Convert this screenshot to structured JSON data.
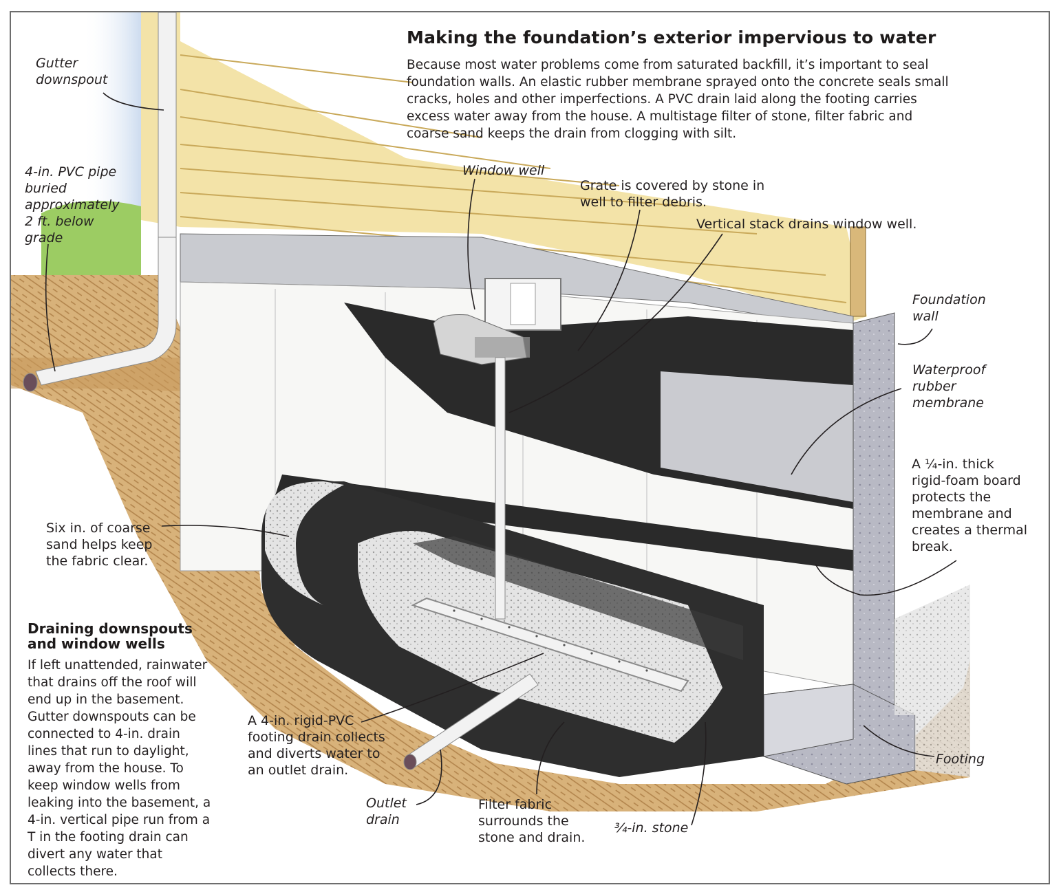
{
  "figure": {
    "title": "Making the foundation’s exterior impervious to water",
    "intro": "Because most water problems come from saturated backfill, it’s important to seal foundation walls. An elastic rubber membrane sprayed onto the concrete seals small cracks, holes and other imperfections. A PVC drain laid along the footing carries excess water away from the house. A multistage filter of stone, filter fabric and coarse sand keeps the drain from clogging with silt."
  },
  "labels": {
    "gutter_downspout": "Gutter\ndownspout",
    "pvc_pipe": "4-in. PVC pipe\nburied\napproximately\n2 ft. below\ngrade",
    "window_well": "Window well",
    "grate": "Grate is covered by stone in\nwell to filter debris.",
    "vertical_stack": "Vertical stack drains window well.",
    "foundation_wall": "Foundation\nwall",
    "membrane": "Waterproof\nrubber\nmembrane",
    "foam_board": "A ¼-in. thick\nrigid-foam board\nprotects the\nmembrane and\ncreates a thermal\nbreak.",
    "coarse_sand": "Six in. of coarse\nsand helps keep\nthe fabric clear.",
    "footing_drain": "A 4-in. rigid-PVC\nfooting drain collects\nand diverts water to\nan outlet drain.",
    "outlet_drain": "Outlet\ndrain",
    "filter_fabric": "Filter fabric\nsurrounds the\nstone and drain.",
    "stone": "¾-in. stone",
    "footing": "Footing"
  },
  "sidebar": {
    "heading": "Draining downspouts\nand window wells",
    "body": "If left unattended, rainwater\nthat drains off the roof will\nend up in the basement.\nGutter downspouts can be\nconnected to 4-in. drain\nlines that run to daylight,\naway from the house. To\nkeep window wells from\nleaking into the basement, a\n4-in. vertical pipe run from a\nT in the footing drain can\ndivert any water that\ncollects there."
  },
  "colors": {
    "siding": "#f3e3a8",
    "siding_line": "#c9a95a",
    "concrete": "#c9cbd0",
    "concrete_dark": "#9a9aa6",
    "membrane": "#2a2a2a",
    "foam": "#f7f7f5",
    "soil": "#d8b27a",
    "soil_dark": "#a8763e",
    "grass": "#9ccc63",
    "sky": "#bcd0ea",
    "pvc": "#f2f2f2",
    "gravel": "#e3e3e3",
    "border": "#6d6d6d"
  }
}
